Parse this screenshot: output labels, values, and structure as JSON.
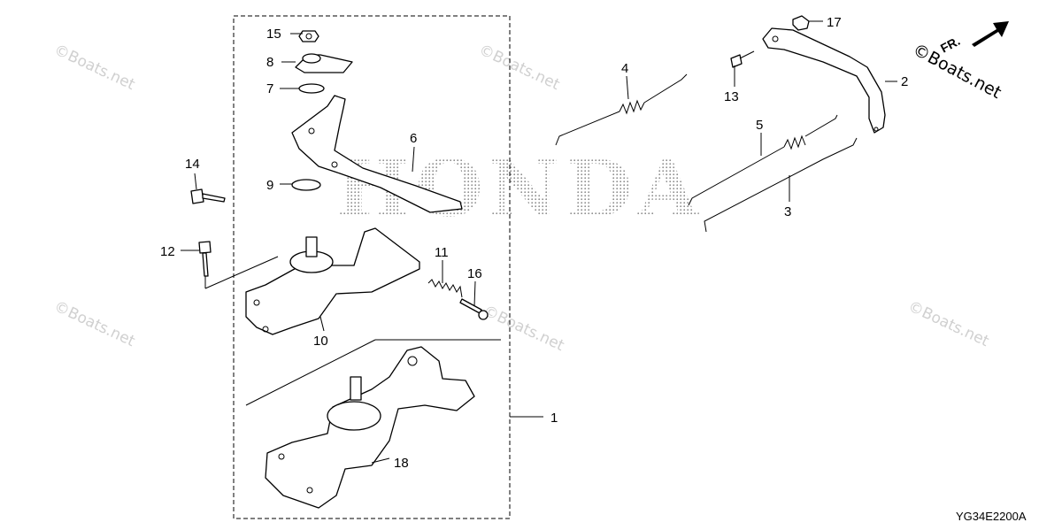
{
  "callouts": {
    "p1": "1",
    "p2": "2",
    "p3": "3",
    "p4": "4",
    "p5": "5",
    "p6": "6",
    "p7": "7",
    "p8": "8",
    "p9": "9",
    "p10": "10",
    "p11": "11",
    "p12": "12",
    "p13": "13",
    "p14": "14",
    "p15": "15",
    "p16": "16",
    "p17": "17",
    "p18": "18"
  },
  "brand_text": "HONDA",
  "watermark_text": "©Boats.net",
  "corner_brand": "©Boats.net",
  "direction_label": "FR.",
  "diagram_code": "YG34E2200A",
  "colors": {
    "line": "#000000",
    "watermark": "#d0d0d0",
    "background": "#ffffff"
  }
}
